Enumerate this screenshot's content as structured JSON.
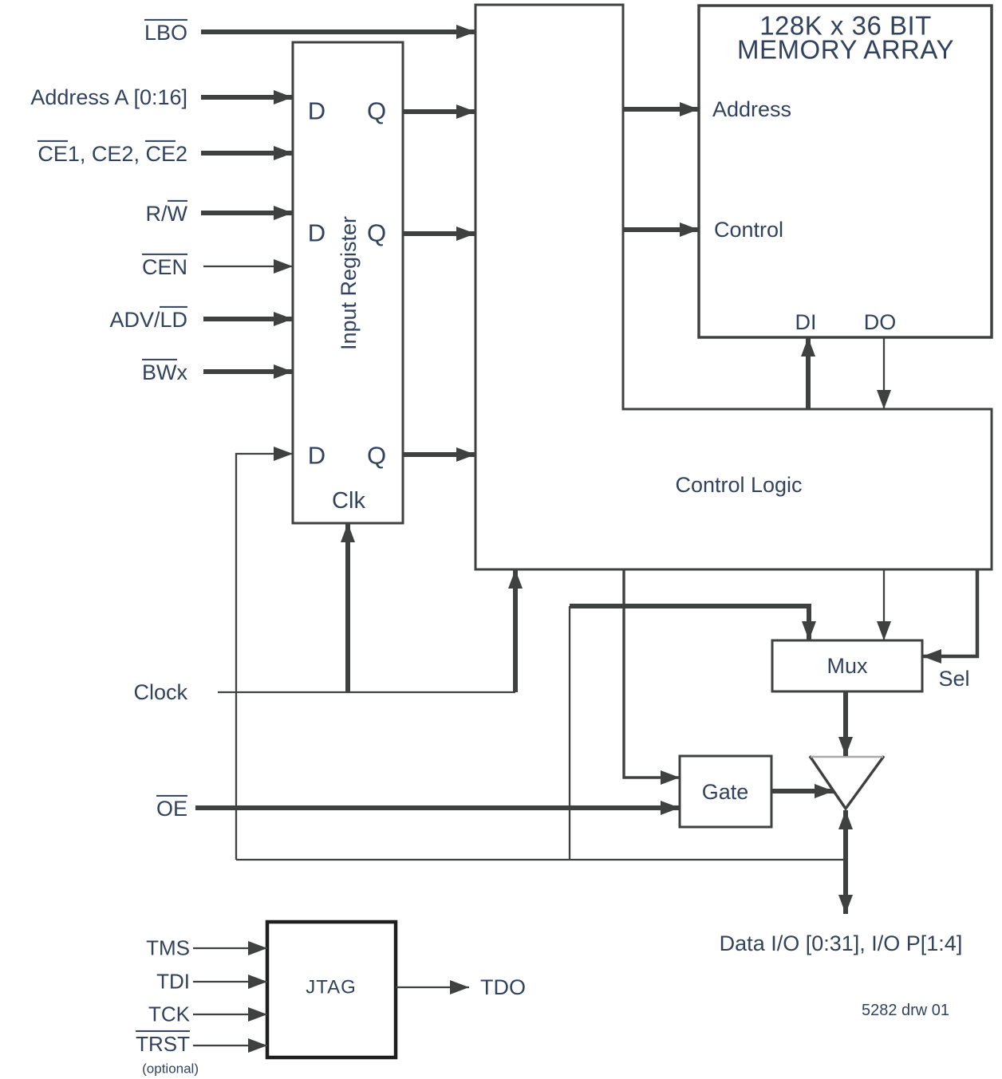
{
  "colors": {
    "line": "#3f4040",
    "text": "#31425e",
    "bg": "#ffffff",
    "jtag-border": "#1e1e1e"
  },
  "signals": {
    "lbo": [
      {
        "t": "LBO",
        "ov": true
      }
    ],
    "address_a": [
      {
        "t": "Address A [0:16]"
      }
    ],
    "ce": [
      {
        "t": "CE",
        "ov": true
      },
      {
        "t": "1, CE2, "
      },
      {
        "t": "CE",
        "ov": true
      },
      {
        "t": "2"
      }
    ],
    "rw": [
      {
        "t": "R/"
      },
      {
        "t": "W",
        "ov": true
      }
    ],
    "cen": [
      {
        "t": "CEN",
        "ov": true
      }
    ],
    "adv_ld": [
      {
        "t": "ADV/"
      },
      {
        "t": "LD",
        "ov": true
      }
    ],
    "bwx": [
      {
        "t": "BW",
        "ov": true
      },
      {
        "t": "x"
      }
    ],
    "clock": [
      {
        "t": "Clock"
      }
    ],
    "oe": [
      {
        "t": "OE",
        "ov": true
      }
    ],
    "sel": "Sel",
    "data_io": "Data I/O [0:31], I/O P[1:4]",
    "tms": [
      {
        "t": "TMS"
      }
    ],
    "tdi": [
      {
        "t": "TDI"
      }
    ],
    "tck": [
      {
        "t": "TCK"
      }
    ],
    "trst": [
      {
        "t": "TRST",
        "ov": true
      }
    ],
    "optional_note": "(optional)",
    "tdo": "TDO"
  },
  "blocks": {
    "input_register": {
      "label": "Input Register",
      "d": "D",
      "q": "Q",
      "clk": "Clk"
    },
    "memory_array": {
      "title_line1": "128K x 36 BIT",
      "title_line2": "MEMORY ARRAY",
      "port_address": "Address",
      "port_control": "Control",
      "port_di": "DI",
      "port_do": "DO"
    },
    "control_logic": {
      "label": "Control Logic"
    },
    "mux": {
      "label": "Mux"
    },
    "gate": {
      "label": "Gate"
    },
    "jtag": {
      "label": "JTAG"
    }
  },
  "footer": {
    "drawing_number": "5282 drw 01"
  }
}
